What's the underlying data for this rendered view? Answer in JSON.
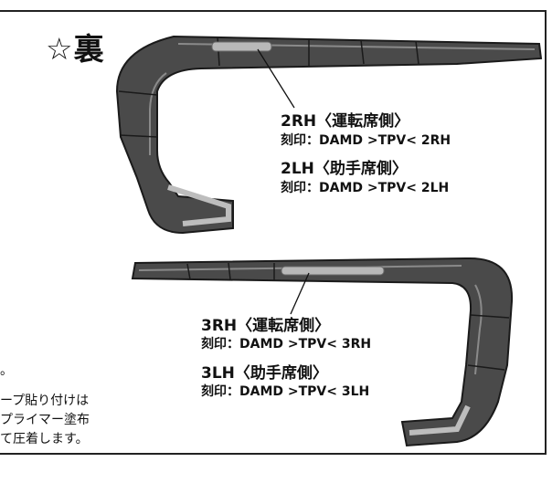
{
  "heading": "☆裏",
  "upper_part": {
    "rh_title": "2RH〈運転席側〉",
    "rh_marking": "刻印：DAMD >TPV< 2RH",
    "lh_title": "2LH〈助手席側〉",
    "lh_marking": "刻印：DAMD >TPV< 2LH"
  },
  "lower_part": {
    "rh_title": "3RH〈運転席側〉",
    "rh_marking": "刻印：DAMD >TPV< 3RH",
    "lh_title": "3LH〈助手席側〉",
    "lh_marking": "刻印：DAMD >TPV< 3LH"
  },
  "side_note": {
    "line1": "。",
    "line2": "ープ貼り付けは",
    "line3": "プライマー塗布",
    "line4": "て圧着します。"
  },
  "colors": {
    "part_body": "#4a4a4a",
    "part_edge": "#1a1a1a",
    "part_highlight": "#9a9a9a",
    "tape_strip": "#b8b8b8"
  }
}
